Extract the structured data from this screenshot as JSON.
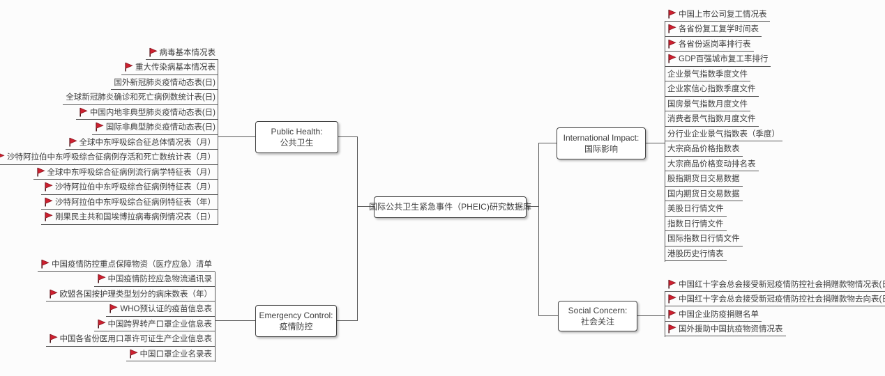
{
  "center": {
    "label": "国际公共卫生紧急事件（PHEIC)研究数据库"
  },
  "branches": [
    {
      "id": "public-health",
      "label_en": "Public Health:",
      "label_zh": "公共卫生",
      "leaves": [
        {
          "label": "病毒基本情况表",
          "flag": true
        },
        {
          "label": "重大传染病基本情况表",
          "flag": true
        },
        {
          "label": "国外新冠肺炎疫情动态表(日)",
          "flag": false
        },
        {
          "label": "全球新冠肺炎确诊和死亡病例数统计表(日)",
          "flag": false
        },
        {
          "label": "中国内地非典型肺炎疫情动态表(日)",
          "flag": true
        },
        {
          "label": "国际非典型肺炎疫情动态表(日)",
          "flag": true
        },
        {
          "label": "全球中东呼吸综合征总体情况表（月）",
          "flag": true
        },
        {
          "label": "沙特阿拉伯中东呼吸综合征病例存活和死亡数统计表（月）",
          "flag": true
        },
        {
          "label": "全球中东呼吸综合征病例流行病学特征表（月）",
          "flag": true
        },
        {
          "label": "沙特阿拉伯中东呼吸综合征病例特征表（月）",
          "flag": true
        },
        {
          "label": "沙特阿拉伯中东呼吸综合征病例特征表（年）",
          "flag": true
        },
        {
          "label": "刚果民主共和国埃博拉病毒病例情况表（日）",
          "flag": true
        }
      ]
    },
    {
      "id": "emergency-control",
      "label_en": "Emergency Control:",
      "label_zh": "疫情防控",
      "leaves": [
        {
          "label": "中国疫情防控重点保障物资（医疗应急）清单",
          "flag": true
        },
        {
          "label": "中国疫情防控应急物流通讯录",
          "flag": true
        },
        {
          "label": "欧盟各国按护理类型划分的病床数表（年）",
          "flag": true
        },
        {
          "label": "WHO预认证的疫苗信息表",
          "flag": true
        },
        {
          "label": "中国跨界转产口罩企业信息表",
          "flag": true
        },
        {
          "label": "中国各省份医用口罩许可证生产企业信息表",
          "flag": true
        },
        {
          "label": "中国口罩企业名录表",
          "flag": true
        }
      ]
    },
    {
      "id": "international-impact",
      "label_en": "International Impact:",
      "label_zh": "国际影响",
      "leaves": [
        {
          "label": "中国上市公司复工情况表",
          "flag": true
        },
        {
          "label": "各省份复工复学时间表",
          "flag": true
        },
        {
          "label": "各省份返岗率排行表",
          "flag": true
        },
        {
          "label": "GDP百强城市复工率排行",
          "flag": true
        },
        {
          "label": "企业景气指数季度文件",
          "flag": false
        },
        {
          "label": "企业家信心指数季度文件",
          "flag": false
        },
        {
          "label": "国房景气指数月度文件",
          "flag": false
        },
        {
          "label": "消费者景气指数月度文件",
          "flag": false
        },
        {
          "label": "分行业企业景气指数表（季度）",
          "flag": false
        },
        {
          "label": "大宗商品价格指数表",
          "flag": false
        },
        {
          "label": "大宗商品价格变动排名表",
          "flag": false
        },
        {
          "label": "股指期货日交易数据",
          "flag": false
        },
        {
          "label": "国内期货日交易数据",
          "flag": false
        },
        {
          "label": "美股日行情文件",
          "flag": false
        },
        {
          "label": "指数日行情文件",
          "flag": false
        },
        {
          "label": "国际指数日行情文件",
          "flag": false
        },
        {
          "label": "港股历史行情表",
          "flag": false
        }
      ]
    },
    {
      "id": "social-concern",
      "label_en": "Social Concern:",
      "label_zh": "社会关注",
      "leaves": [
        {
          "label": "中国红十字会总会接受新冠疫情防控社会捐赠款物情况表(日)",
          "flag": true
        },
        {
          "label": "中国红十字会总会接受新冠疫情防控社会捐赠款物去向表(日)",
          "flag": true
        },
        {
          "label": "中国企业防疫捐赠名单",
          "flag": true
        },
        {
          "label": "国外援助中国抗疫物资情况表",
          "flag": true
        }
      ]
    }
  ],
  "colors": {
    "flag_red": "#cf2030",
    "line": "#565656",
    "text": "#3d3d3d",
    "node_border": "#424242",
    "background": "#fcfcfc"
  }
}
